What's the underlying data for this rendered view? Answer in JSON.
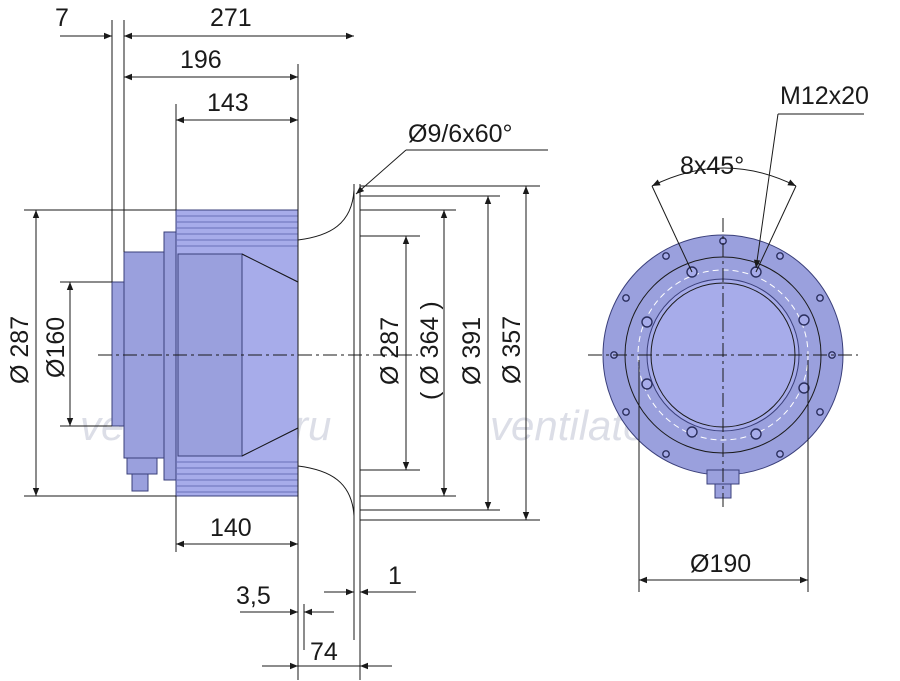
{
  "watermark": "ventilatorry.ru",
  "colors": {
    "body": "#9aa0dd",
    "outline": "#3a3f7a",
    "line": "#1a1a1a"
  },
  "side_view": {
    "dim_7": "7",
    "dim_271": "271",
    "dim_196": "196",
    "dim_143": "143",
    "dim_140": "140",
    "dim_3_5": "3,5",
    "dim_1": "1",
    "dim_74": "74",
    "dia_287_left": "Ø 287",
    "dia_160": "Ø160",
    "holes_spec": "Ø9/6x60°",
    "dia_287_right": "Ø 287",
    "dia_364": "( Ø 364 )",
    "dia_391": "Ø 391",
    "dia_357": "Ø 357"
  },
  "front_view": {
    "thread": "M12x20",
    "angle": "8x45°",
    "dia_190": "Ø190"
  }
}
